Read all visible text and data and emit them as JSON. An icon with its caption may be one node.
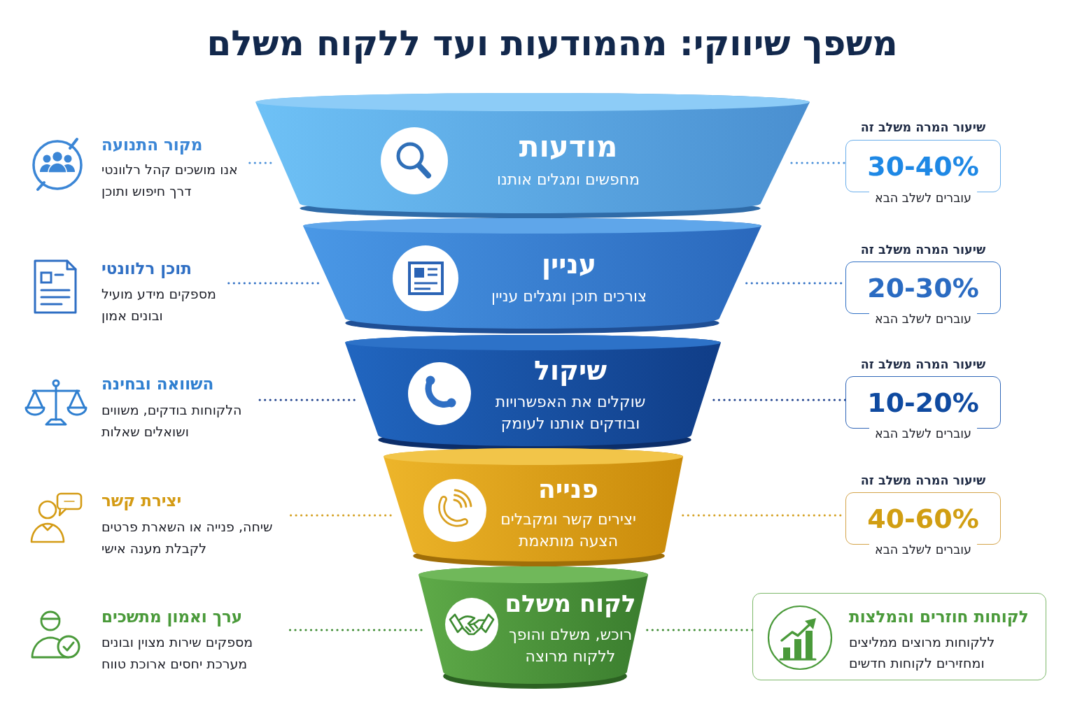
{
  "diagram": {
    "title": "משפך שיווקי: מהמודעות ועד ללקוח משלם",
    "nodes": [
      {
        "text": [
          "מודעות",
          "מחפשים ומגלים אותנו"
        ]
      },
      {
        "text": [
          "עניין",
          "צורכים תוכן ומגלים עניין"
        ]
      },
      {
        "text": [
          "שיקול",
          "שוקלים את האפשרויות ובודקים אותנו לעומק"
        ]
      },
      {
        "text": [
          "פנייה",
          "יצירים קשר ומקבלים הצעה מותאמת"
        ]
      },
      {
        "text": [
          "לקוח משלם",
          "רוכש, משלם והופך ללקוח מרוצה"
        ]
      },
      {
        "text": [
          "מקור התנועה",
          "אנו מושכים קהל רלוונטי דרך חיפוש ותוכן"
        ]
      },
      {
        "text": [
          "תוכן רלוונטי",
          "מספקים מידע מועיל ובונים אמון"
        ]
      },
      {
        "text": [
          "השוואה ובחינה",
          "הלקוחות בודקים, משווים ושואלים שאלות"
        ]
      },
      {
        "text": [
          "יצירת קשר",
          "שיחה, פנייה או השארת פרטים לקבלת מענה אישי"
        ]
      },
      {
        "text": [
          "ערך ואמון מתשכים",
          "מספקים שירות מצוין ובונים מערכת יחסים ארוכת טווח"
        ]
      },
      {
        "text": [
          "שיעור המרה משלב זה",
          "30-40%",
          "עוברים לשלב הבא"
        ]
      },
      {
        "text": [
          "שיעור המרה משלב זה",
          "20-30%",
          "עוברים לשלב הבא"
        ]
      },
      {
        "text": [
          "שיעור המרה משלב זה",
          "10-20%",
          "עוברים לשלב הבא"
        ]
      },
      {
        "text": [
          "שיעור המרה משלב זה",
          "40-60%",
          "עוברים לשלב הבא"
        ]
      },
      {
        "text": [
          "לקוחות חוזרים והמלצות",
          "ללקוחות מרוצים ממליצים ומחזירים לקוחות חדשים"
        ]
      }
    ],
    "edges": [
      {
        "from": 0,
        "to": 5,
        "arrow": "none",
        "color": "#4a90d9"
      },
      {
        "from": 0,
        "to": 10,
        "arrow": "none",
        "color": "#4a90d9"
      },
      {
        "from": 1,
        "to": 6,
        "arrow": "none",
        "color": "#2f6fc4"
      },
      {
        "from": 1,
        "to": 11,
        "arrow": "none",
        "color": "#2f6fc4"
      },
      {
        "from": 2,
        "to": 7,
        "arrow": "none",
        "color": "#1c3f8c"
      },
      {
        "from": 2,
        "to": 12,
        "arrow": "none",
        "color": "#1c3f8c"
      },
      {
        "from": 3,
        "to": 8,
        "arrow": "none",
        "color": "#d4a020"
      },
      {
        "from": 3,
        "to": 13,
        "arrow": "none",
        "color": "#d4a020"
      },
      {
        "from": 4,
        "to": 9,
        "arrow": "none",
        "color": "#3c8a30"
      },
      {
        "from": 4,
        "to": 14,
        "arrow": "none",
        "color": "#3c8a30"
      }
    ]
  }
}
